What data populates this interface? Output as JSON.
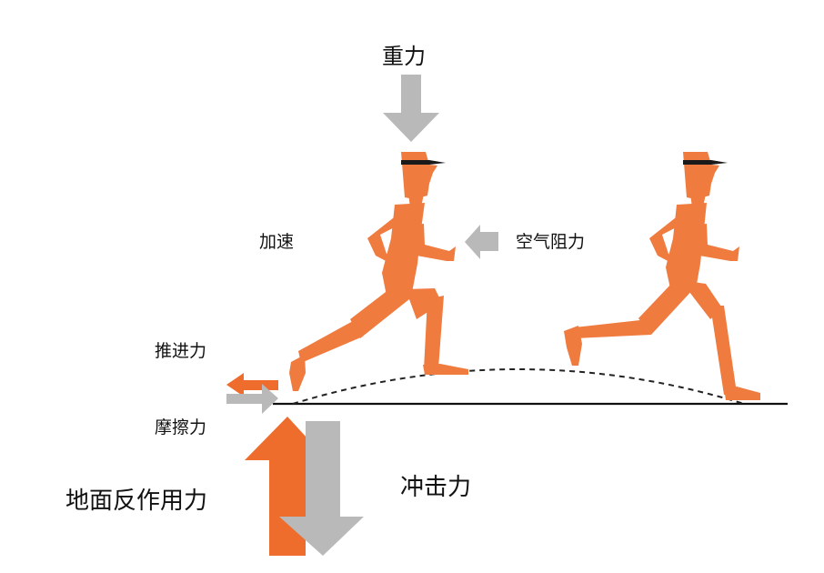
{
  "labels": {
    "gravity": "重力",
    "acceleration": "加速",
    "air_resistance": "空气阻力",
    "propulsion": "推进力",
    "friction": "摩擦力",
    "ground_reaction": "地面反作用力",
    "impact": "冲击力"
  },
  "colors": {
    "runner": "#f07b3f",
    "force_arrow_orange": "#ee6d2d",
    "force_arrow_gray": "#b9b9ba",
    "cap_visor": "#1a1a1a",
    "ground_line": "#111111",
    "trajectory": "#222222"
  }
}
